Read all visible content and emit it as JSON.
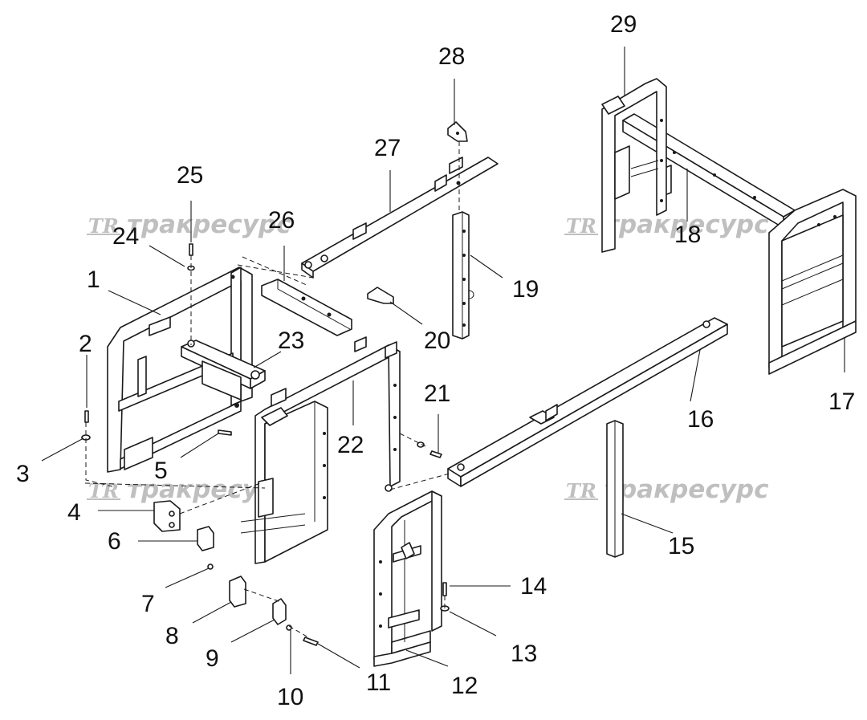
{
  "watermark": {
    "logo": "TR",
    "text": "тракресурс"
  },
  "callouts": [
    "1",
    "2",
    "3",
    "4",
    "5",
    "6",
    "7",
    "8",
    "9",
    "10",
    "11",
    "12",
    "13",
    "14",
    "15",
    "16",
    "17",
    "18",
    "19",
    "20",
    "21",
    "22",
    "23",
    "24",
    "25",
    "26",
    "27",
    "28",
    "29"
  ]
}
